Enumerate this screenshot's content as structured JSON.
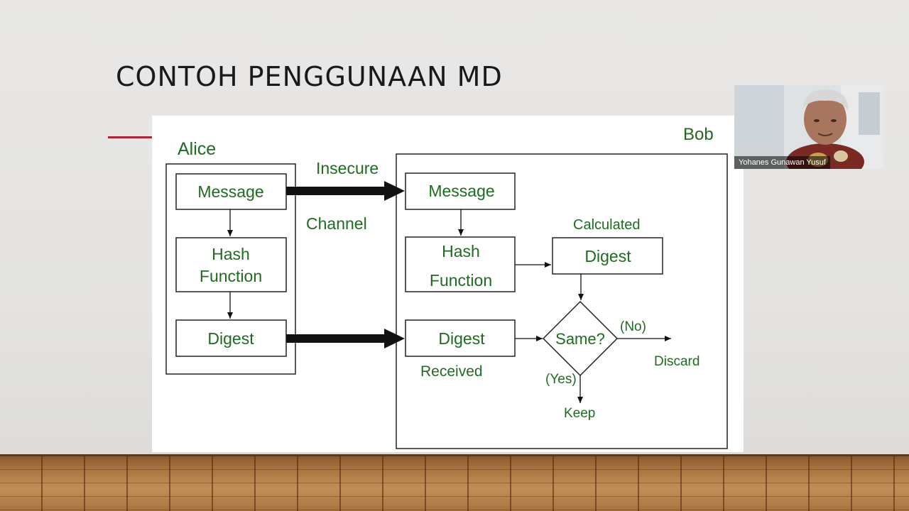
{
  "slide": {
    "title": "CONTOH PENGGUNAAN MD"
  },
  "diagram": {
    "alice_label": "Alice",
    "bob_label": "Bob",
    "channel_label_1": "Insecure",
    "channel_label_2": "Channel",
    "alice_message": "Message",
    "alice_hash_1": "Hash",
    "alice_hash_2": "Function",
    "alice_digest": "Digest",
    "bob_message": "Message",
    "bob_hash_1": "Hash",
    "bob_hash_2": "Function",
    "calculated_label": "Calculated",
    "calculated_digest": "Digest",
    "received_digest": "Digest",
    "received_label": "Received",
    "decision": "Same?",
    "no_label": "(No)",
    "yes_label": "(Yes)",
    "discard_label": "Discard",
    "keep_label": "Keep",
    "text_color": "#1f6b1f"
  },
  "webcam": {
    "participant_name": "Yohanes Gunawan Yusuf"
  },
  "colors": {
    "accent": "#a8263a"
  }
}
